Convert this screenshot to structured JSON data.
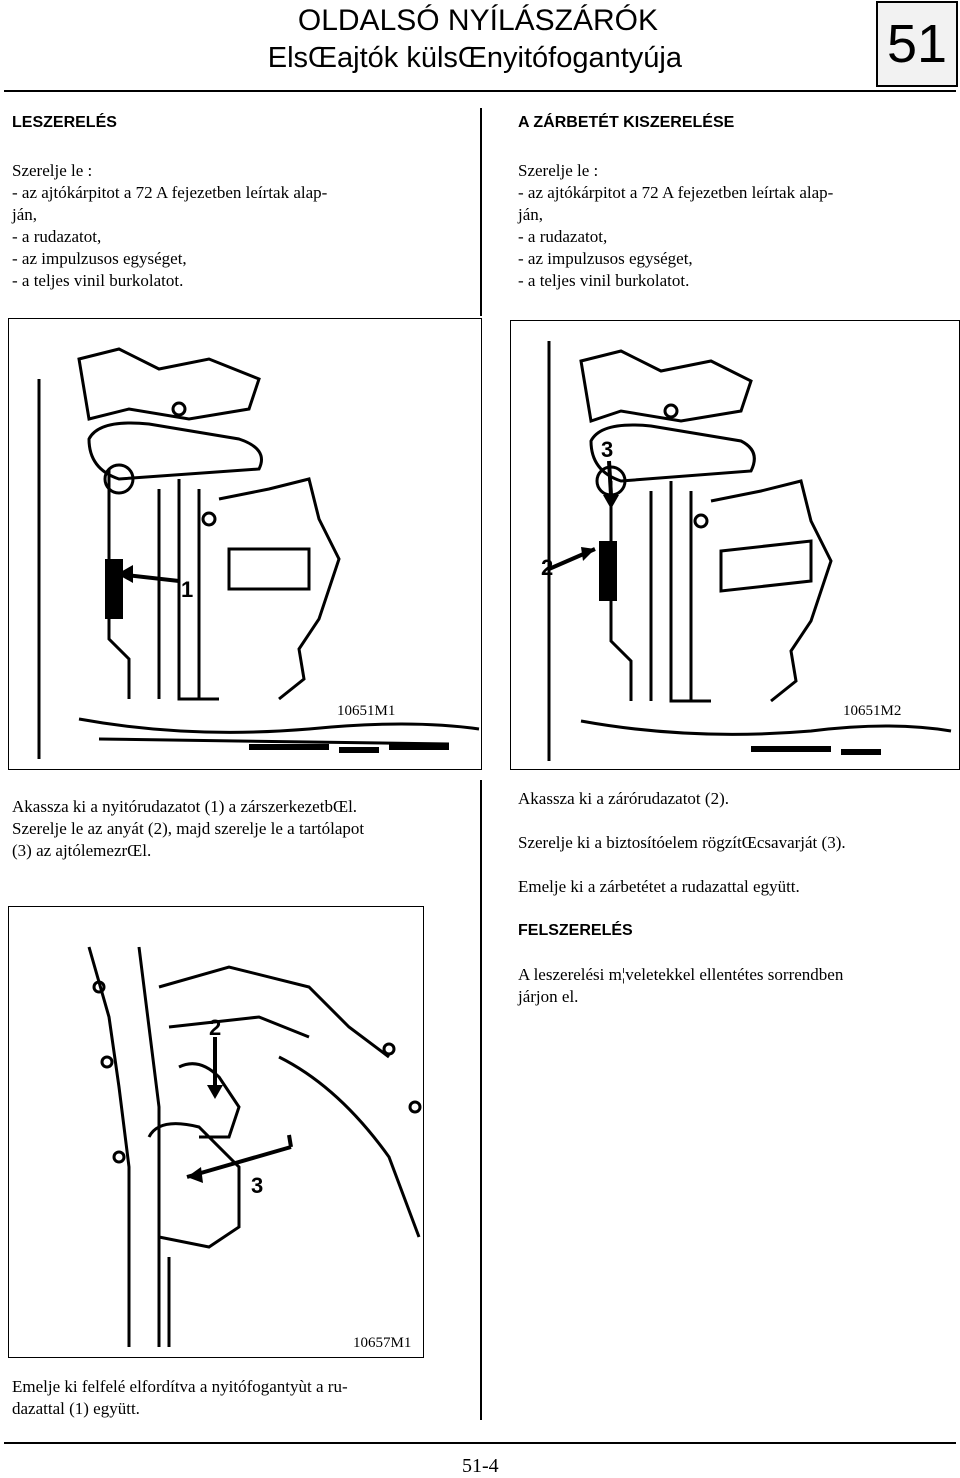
{
  "header": {
    "title": "OLDALSÓ NYÍLÁSZÁRÓK",
    "subtitle": "ElsŒajtók külsŒnyitófogantyúja",
    "chapter": "51"
  },
  "left_column": {
    "heading": "LESZERELÉS",
    "intro": "Szerelje le :\n-  az ajtókárpitot a 72 A fejezetben leírtak alap-\n   ján,\n-  a rudazatot,\n-  az impulzusos egységet,\n-  a teljes vinil burkolatot.",
    "figure1": {
      "code": "10651M1",
      "callouts": [
        "1"
      ]
    },
    "text1": "Akassza ki a nyitórudazatot (1) a zárszerkezetbŒl.\nSzerelje le az anyát (2), majd szerelje le a tartólapot\n(3) az ajtólemezrŒl.",
    "figure3": {
      "code": "10657M1",
      "callouts": [
        "2",
        "3"
      ]
    },
    "text3": "Emelje ki felfelé elfordítva a nyitófogantyùt a ru-\ndazattal (1) együtt."
  },
  "right_column": {
    "heading": "A ZÁRBETÉT KISZERELÉSE",
    "intro": "Szerelje le :\n-  az ajtókárpitot a 72 A fejezetben leírtak alap-\n   ján,\n-  a rudazatot,\n-  az impulzusos egységet,\n-  a teljes vinil burkolatot.",
    "figure2": {
      "code": "10651M2",
      "callouts": [
        "3",
        "2"
      ]
    },
    "text2a": "Akassza ki a zárórudazatot (2).",
    "text2b": "Szerelje ki a biztosítóelem rögzítŒcsavarját (3).",
    "text2c": "Emelje ki a zárbetétet a rudazattal együtt.",
    "heading2": "FELSZERELÉS",
    "text2d": "A leszerelési m¦veletekkel ellentétes sorrendben\njárjon el."
  },
  "footer": {
    "page": "51-4"
  }
}
